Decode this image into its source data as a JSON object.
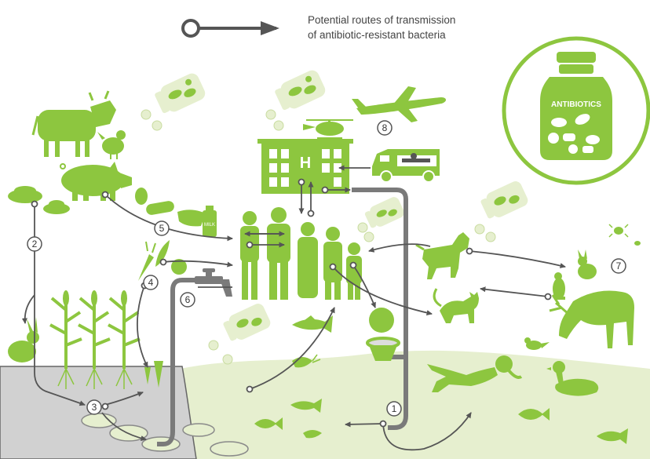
{
  "legend": {
    "line1": "Potential routes of transmission",
    "line2": "of antibiotic-resistant bacteria"
  },
  "labels": {
    "antibiotics": "ANTIBIOTICS",
    "milk": "MILK",
    "hospital": "H"
  },
  "routes": [
    {
      "num": "1"
    },
    {
      "num": "2"
    },
    {
      "num": "3"
    },
    {
      "num": "4"
    },
    {
      "num": "5"
    },
    {
      "num": "6"
    },
    {
      "num": "7"
    },
    {
      "num": "8"
    }
  ],
  "colors": {
    "green": "#8dc63f",
    "light_green": "#e6efcf",
    "gray": "#7a7a7a",
    "soil": "#d1d1d1",
    "arrow": "#555555"
  }
}
